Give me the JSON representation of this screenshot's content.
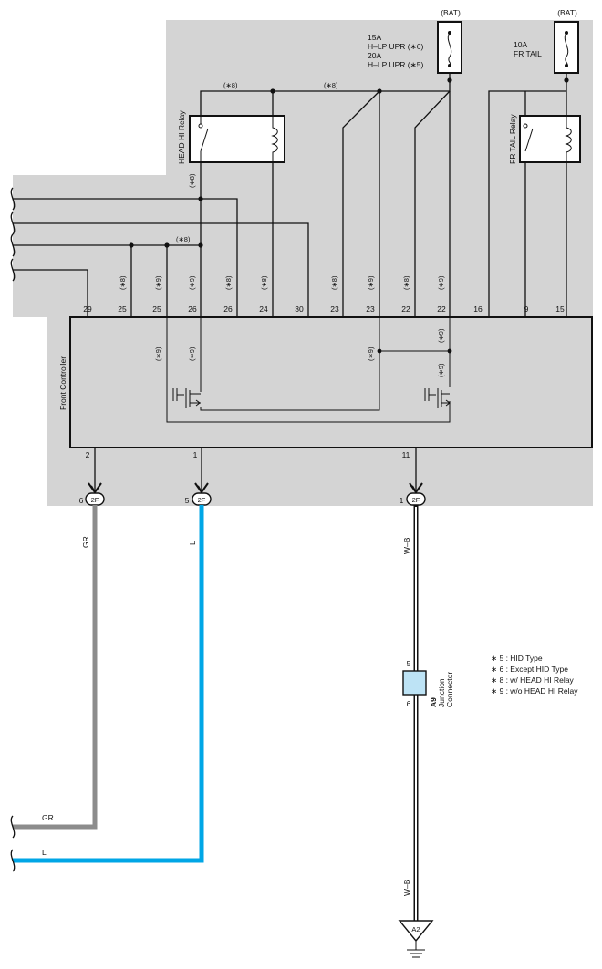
{
  "supply": {
    "bat_left": "(BAT)",
    "bat_right": "(BAT)",
    "fuse_left_lines": [
      "15A",
      "H–LP UPR (∗6)",
      "20A",
      "H–LP UPR (∗5)"
    ],
    "fuse_right_lines": [
      "10A",
      "FR TAIL"
    ]
  },
  "relays": {
    "head_hi": "HEAD HI Relay",
    "fr_tail": "FR TAIL Relay"
  },
  "marks": {
    "m8": "(∗8)",
    "m9": "(∗9)"
  },
  "controller": {
    "name": "Front Controller",
    "top_pins": [
      "29",
      "25",
      "25",
      "26",
      "26",
      "24",
      "30",
      "23",
      "23",
      "22",
      "22",
      "16",
      "9",
      "15"
    ],
    "bottom_pins": [
      "2",
      "1",
      "11"
    ]
  },
  "connectors": [
    {
      "pin": "6",
      "label": "2F"
    },
    {
      "pin": "5",
      "label": "2F"
    },
    {
      "pin": "1",
      "label": "2F"
    }
  ],
  "wires": {
    "gr": "GR",
    "l": "L",
    "wb": "W–B",
    "gr_bottom": "GR",
    "l_bottom": "L",
    "wb_bottom": "W–B"
  },
  "junction": {
    "id": "A9",
    "name_lines": [
      "Junction",
      "Connector"
    ],
    "pin_top": "5",
    "pin_bottom": "6"
  },
  "ground": {
    "label": "A2"
  },
  "notes": [
    "∗ 5 : HID Type",
    "∗ 6 : Except HID Type",
    "∗ 8 : w/ HEAD HI Relay",
    "∗ 9 : w/o HEAD HI Relay"
  ],
  "colors": {
    "shade": "#d4d4d4",
    "wire_gr": "#8c8c8c",
    "wire_l": "#00a6e6",
    "junction_fill": "#bde3f5",
    "line": "#111111"
  }
}
